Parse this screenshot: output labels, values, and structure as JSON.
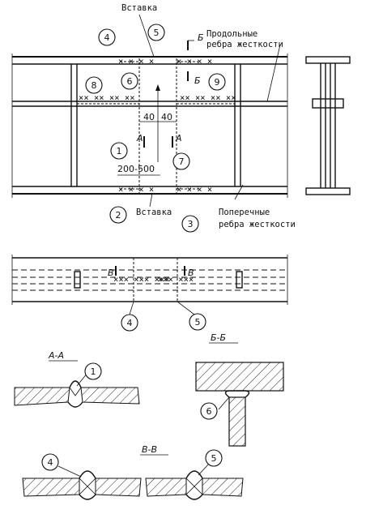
{
  "labels": {
    "insert_top": "Вставка",
    "insert_bottom": "Вставка",
    "longitudinal": "Продольные\nребра жесткости",
    "transverse": "Поперечные\nребра жесткости",
    "dim_40_left": "40",
    "dim_40_right": "40",
    "dim_range": "200-500"
  },
  "section_marks": {
    "A": "А",
    "B": "Б",
    "V": "В"
  },
  "section_titles": {
    "aa": "А-А",
    "bb": "Б-Б",
    "vv": "В-В"
  },
  "callouts": [
    "1",
    "2",
    "3",
    "4",
    "5",
    "6",
    "7",
    "8",
    "9"
  ]
}
